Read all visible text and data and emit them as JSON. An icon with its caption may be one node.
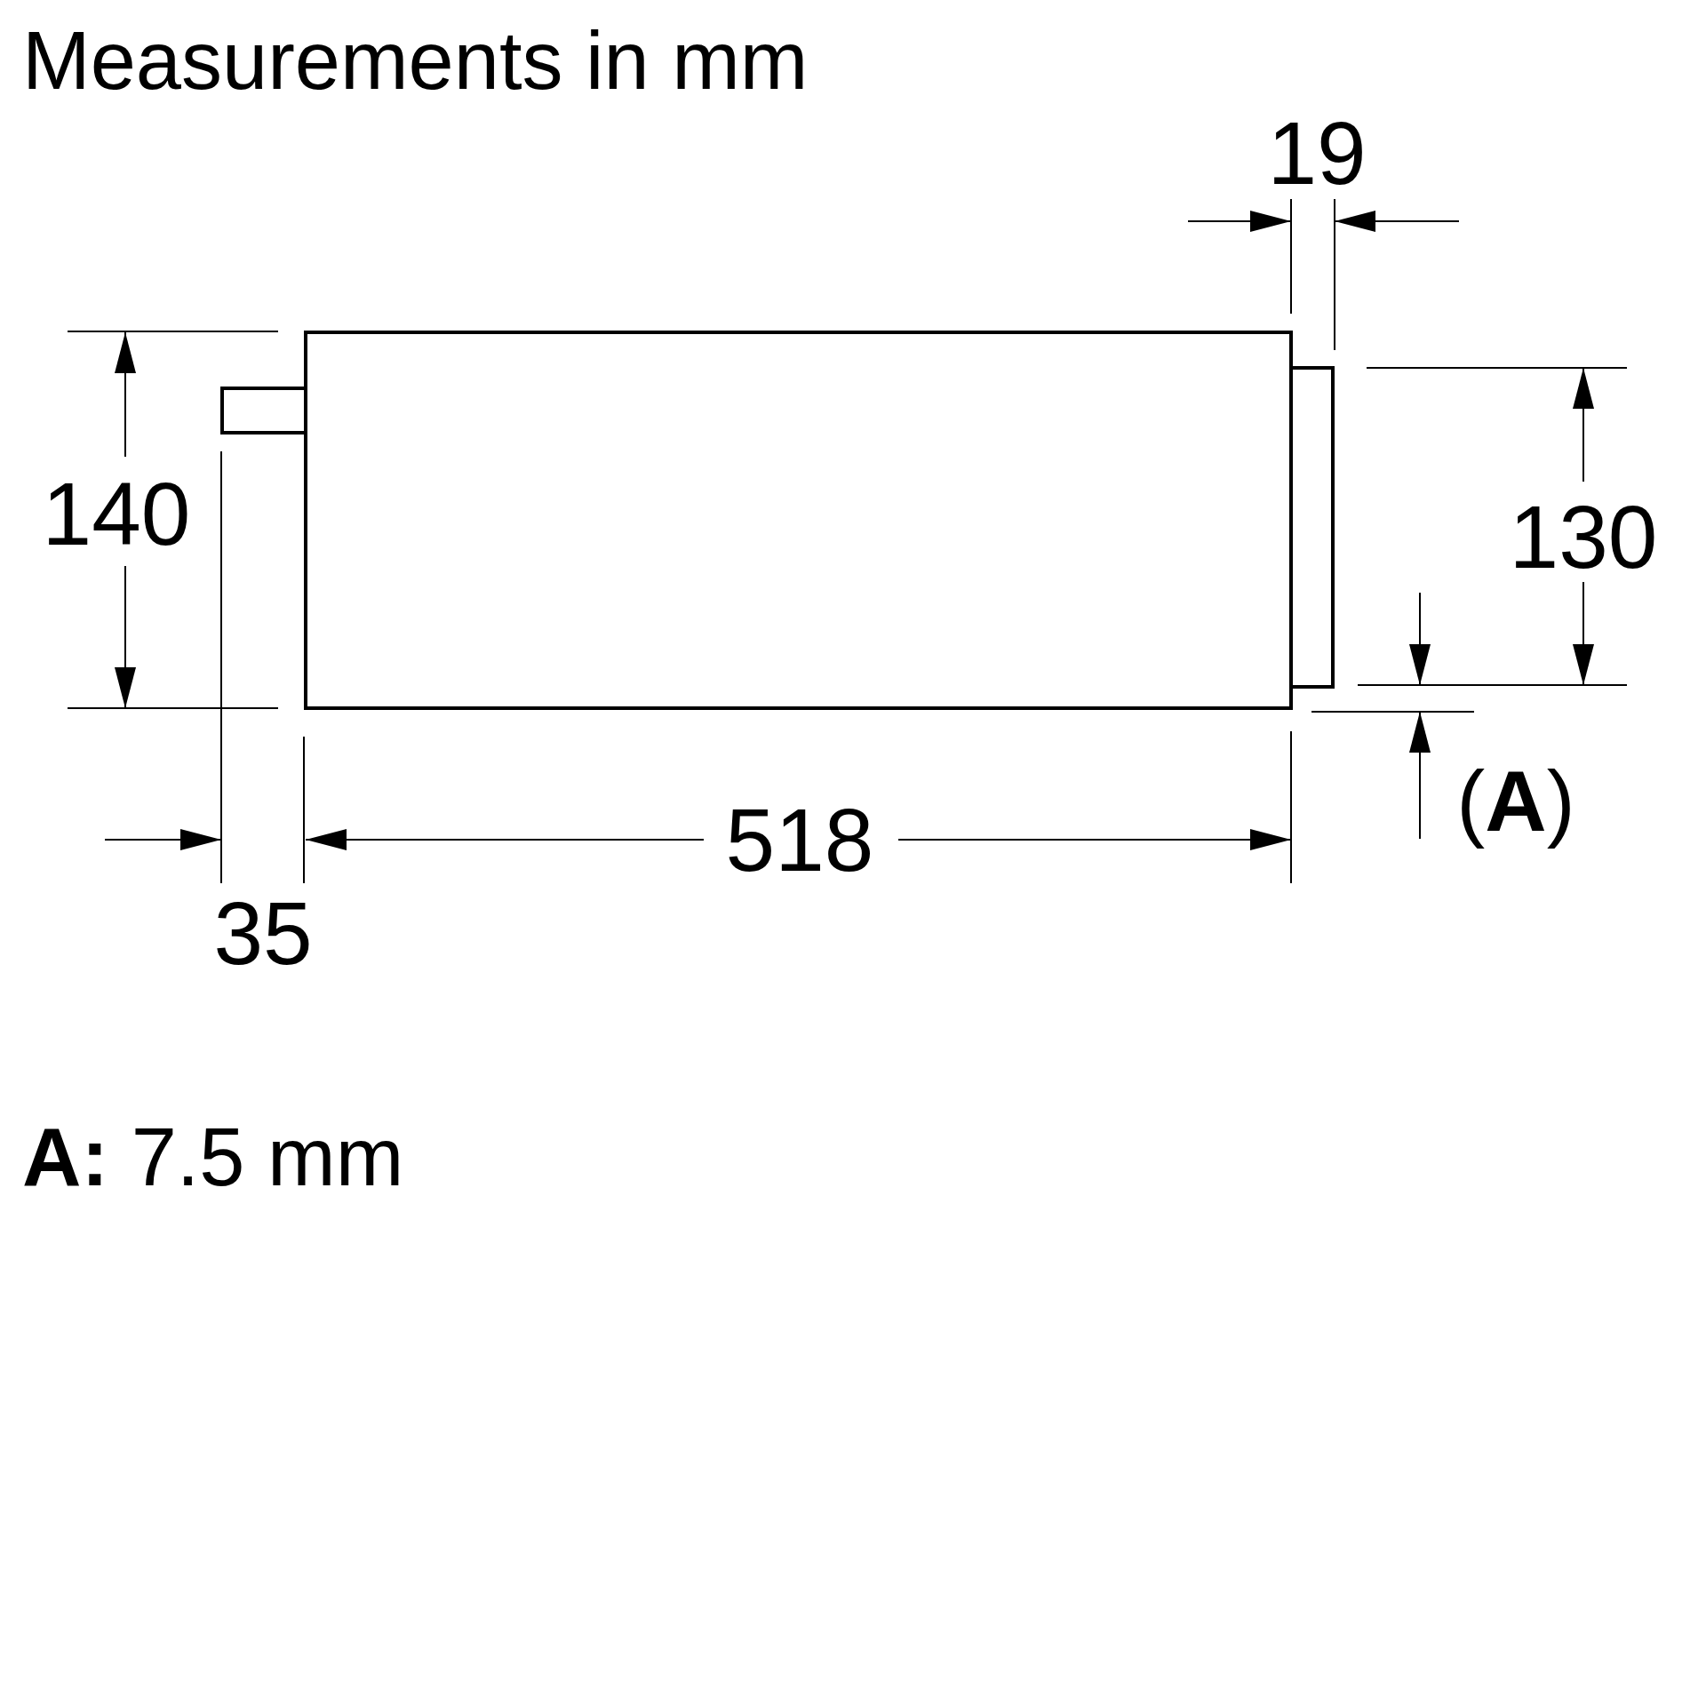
{
  "diagram": {
    "title": "Measurements in mm",
    "labels": [
      "19",
      "140",
      "130",
      "(**A**)",
      "518",
      "35",
      "**A:** 7.5 mm"
    ]
  }
}
